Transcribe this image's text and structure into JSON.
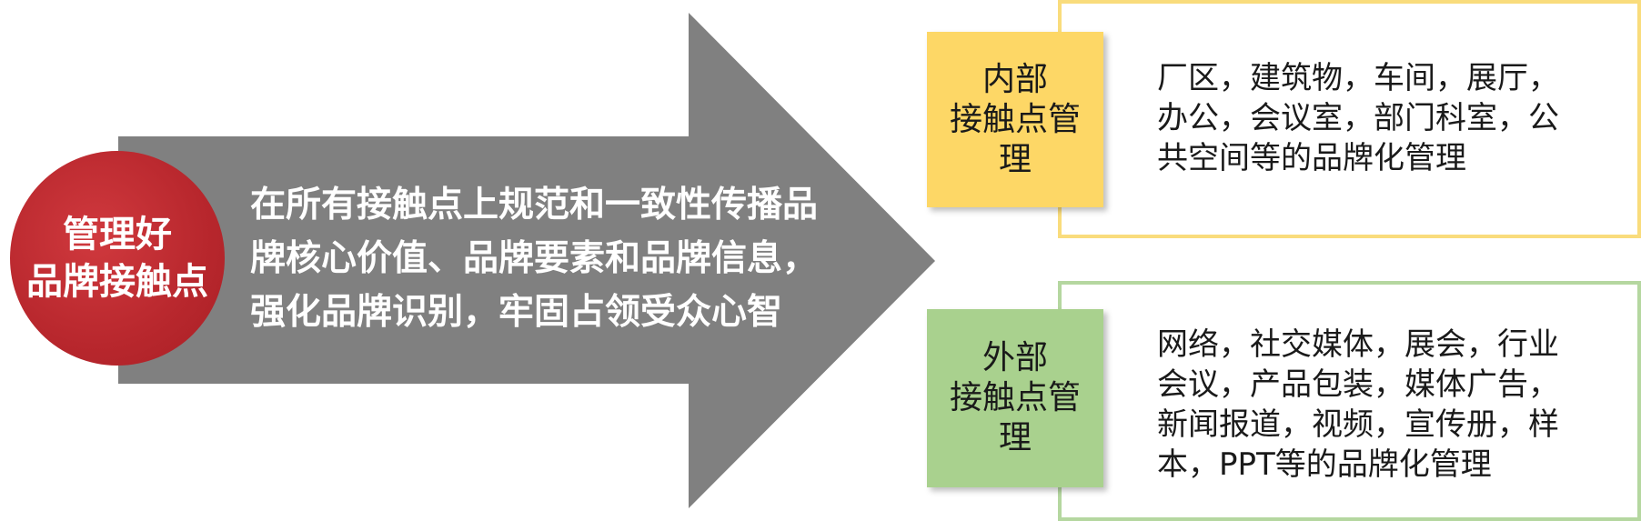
{
  "center": {
    "lines": [
      "管理好",
      "品牌接触点"
    ]
  },
  "arrow": {
    "lines": [
      "在所有接触点上规范和一致性传播品",
      "牌核心价值、品牌要素和品牌信息，",
      "强化品牌识别，牢固占领受众心智"
    ]
  },
  "internal": {
    "label_lines": [
      "内部",
      "接触点管",
      "理"
    ],
    "desc_lines": [
      "厂区，建筑物，车间，展厅，",
      "办公，会议室，部门科室，公",
      "共空间等的品牌化管理"
    ]
  },
  "external": {
    "label_lines": [
      "外部",
      "接触点管",
      "理"
    ],
    "desc_lines": [
      "网络，社交媒体，展会，行业",
      "会议，产品包装，媒体广告，",
      "新闻报道，视频，宣传册，样",
      "本，PPT等的品牌化管理"
    ]
  },
  "colors": {
    "arrow": "#808080",
    "circle": "#b8272d",
    "internal_label_bg": "#fdd766",
    "internal_border": "#f9dc7c",
    "external_label_bg": "#a9d18e",
    "external_border": "#b5d7a0"
  }
}
